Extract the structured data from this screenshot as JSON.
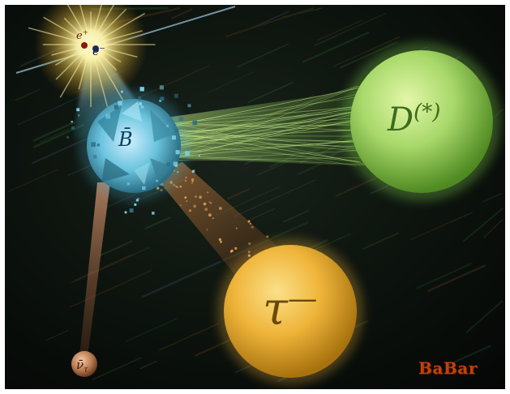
{
  "collision": {
    "positron_label": "e",
    "positron_charge": "+",
    "electron_label": "e",
    "electron_charge": "−"
  },
  "b_meson": {
    "label": "B̄"
  },
  "d_meson": {
    "label": "D",
    "superscript": "(*)"
  },
  "tau_lepton": {
    "label": "τ",
    "superscript": "—"
  },
  "neutrino": {
    "label": "ν̄",
    "subscript": "τ"
  },
  "logo": {
    "text": "BaBar"
  },
  "colors": {
    "background": "#0b0f0a",
    "flash": "#fff6c8",
    "b_meson": "#5fc8e0",
    "d_meson": "#9ed65a",
    "tau": "#f1b43a",
    "neutrino": "#c7865c",
    "logo": "#c2410c"
  }
}
